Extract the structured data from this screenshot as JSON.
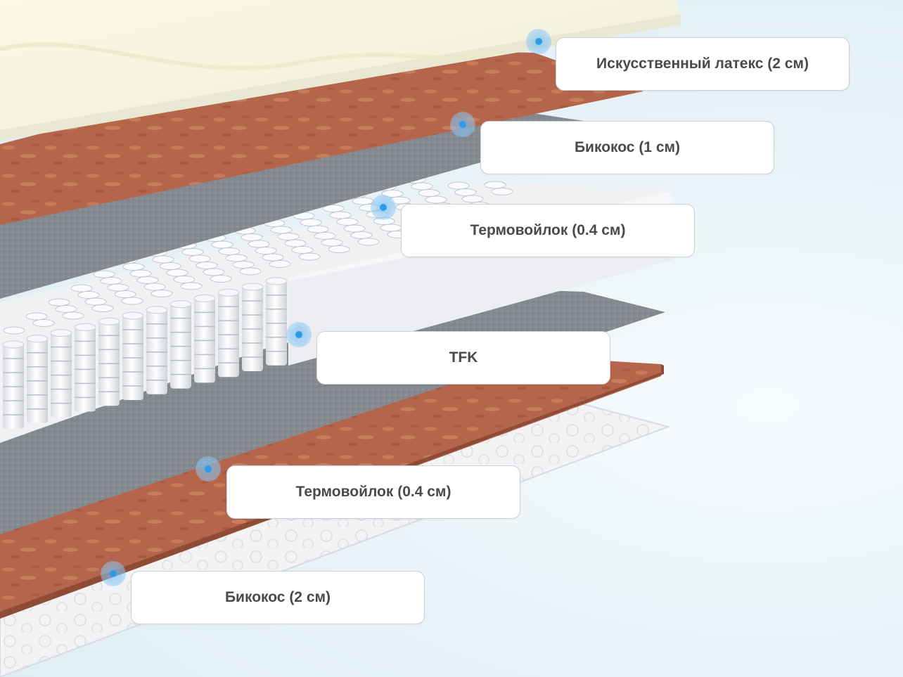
{
  "layers": [
    {
      "id": "latex",
      "label": "Искусственный латекс (2 см)"
    },
    {
      "id": "bicocos-top",
      "label": "Бикокос (1 см)"
    },
    {
      "id": "felt-top",
      "label": "Термовойлок (0.4 см)"
    },
    {
      "id": "springs",
      "label": "TFK"
    },
    {
      "id": "felt-bottom",
      "label": "Термовойлок (0.4 см)"
    },
    {
      "id": "bicocos-bottom",
      "label": "Бикокос (2 см)"
    }
  ],
  "colors": {
    "background": "#e6f2f7",
    "latex": "#f3f1dc",
    "coconut": "#b8684a",
    "felt": "#8a8e93",
    "springs": "#ebedf0",
    "cover": "#f4f4f6",
    "marker": "#2f9be6"
  }
}
